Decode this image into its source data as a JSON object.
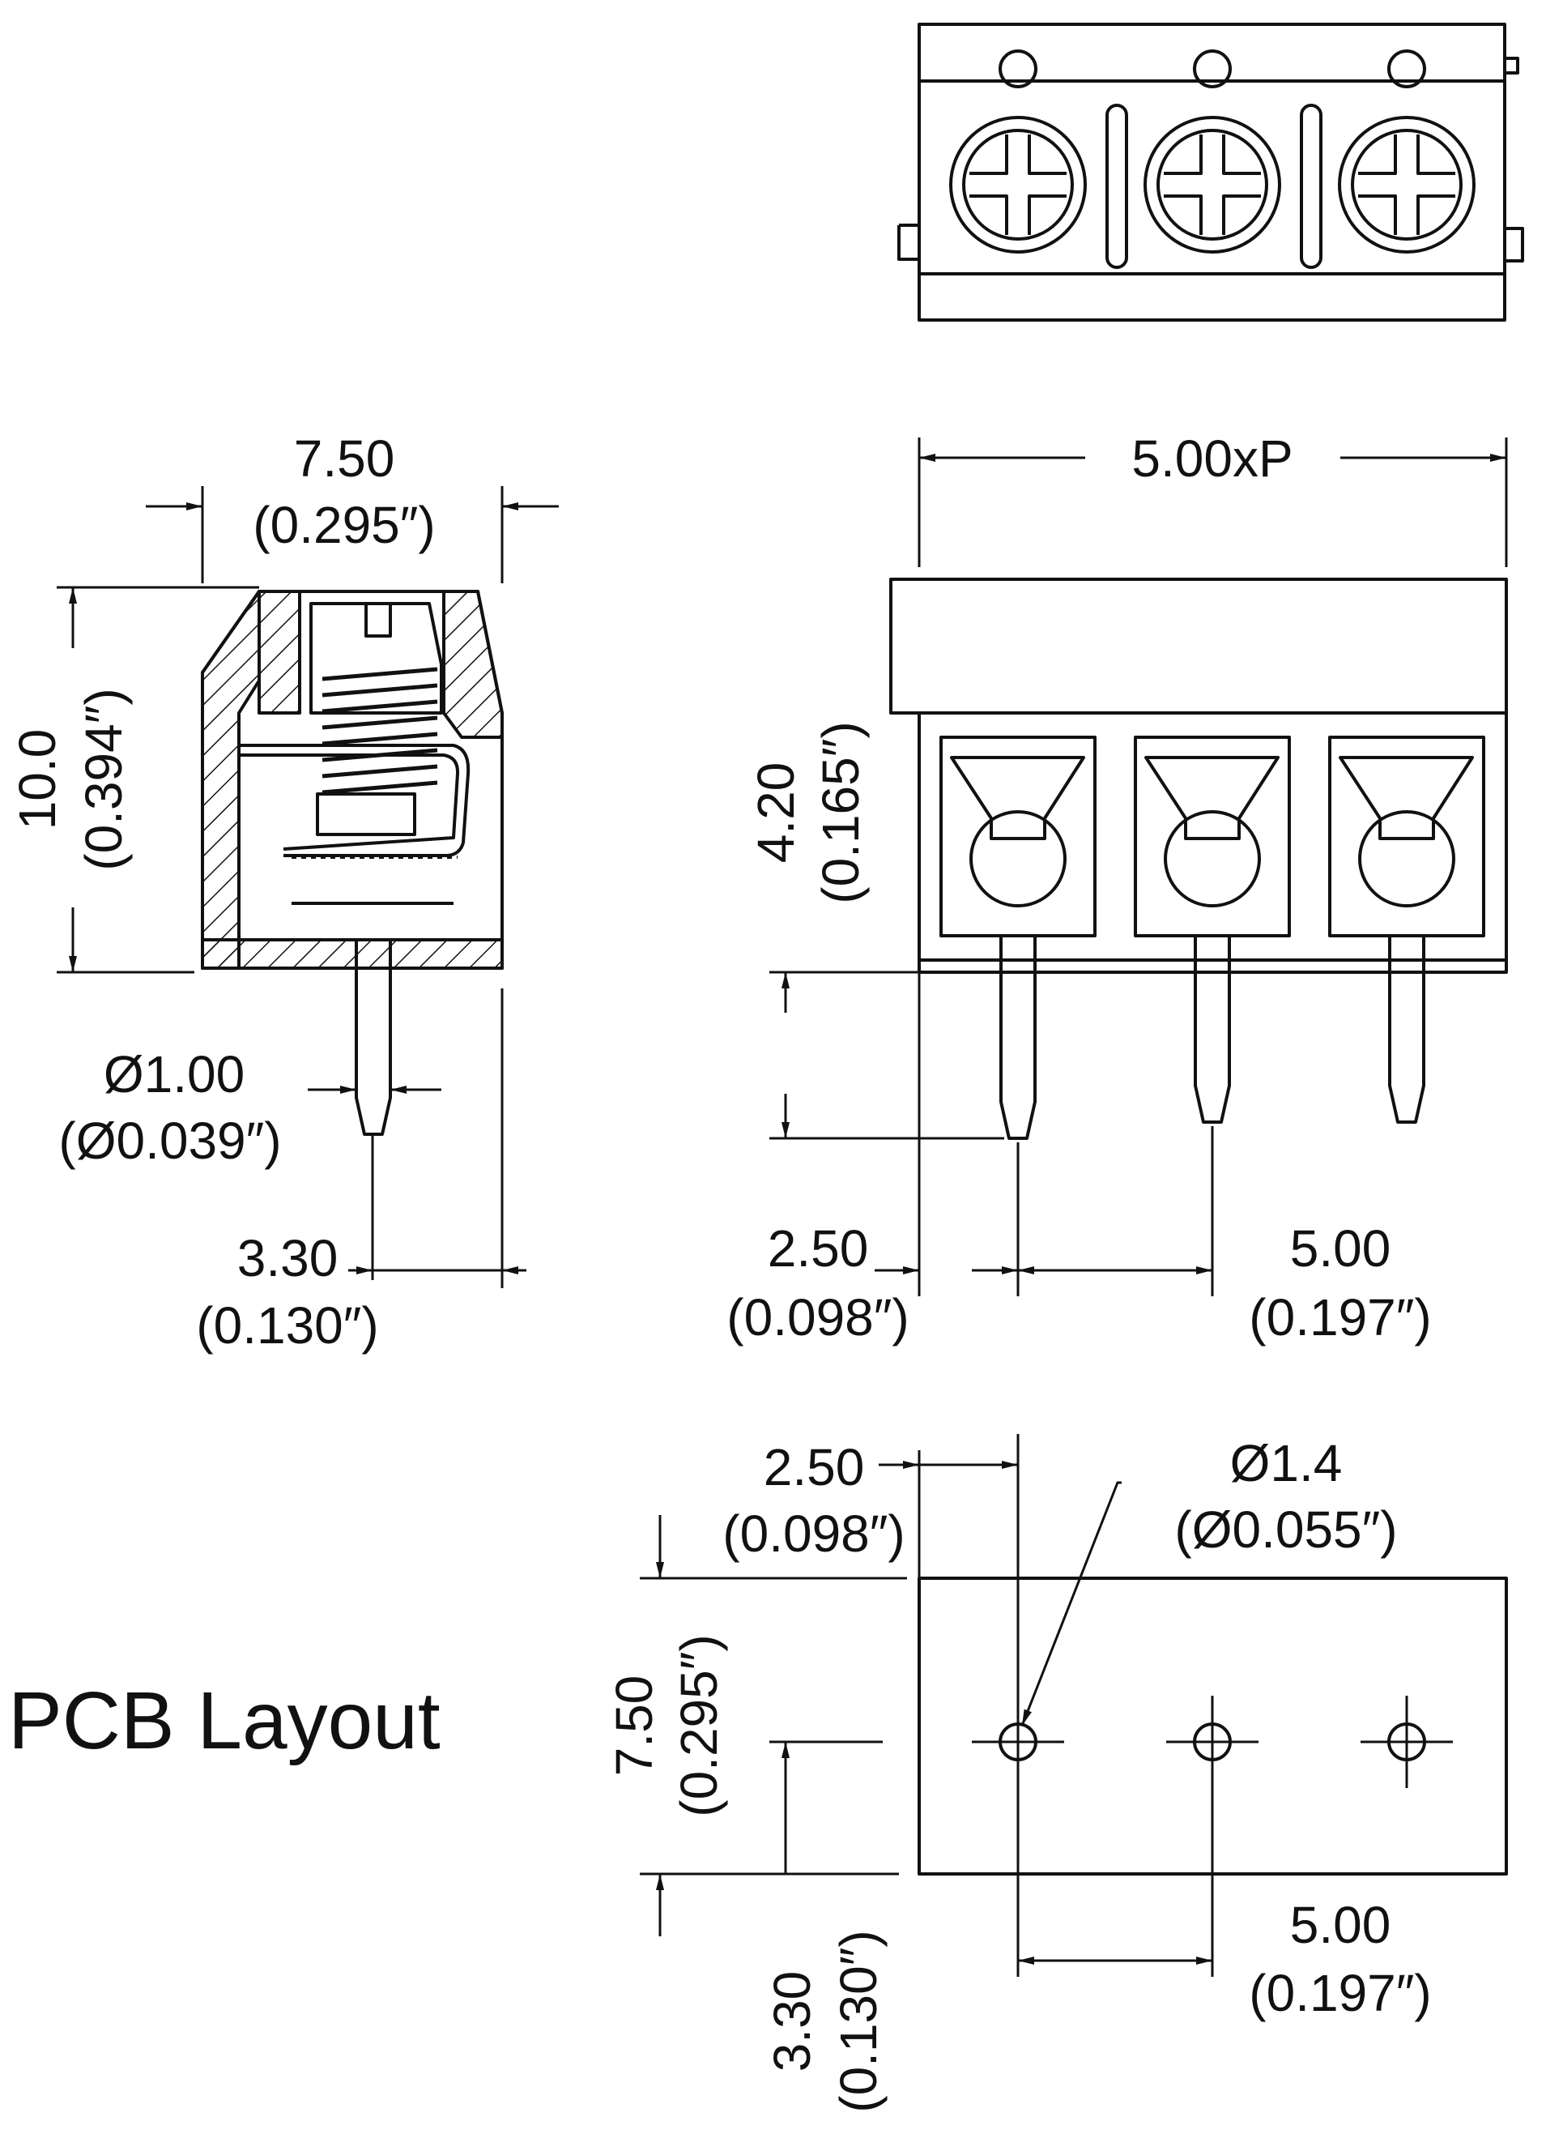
{
  "side_view": {
    "width": {
      "mm": "7.50",
      "inch": "(0.295″)"
    },
    "height": {
      "mm": "10.0",
      "inch": "(0.394″)"
    },
    "pin_diameter": {
      "mm": "Ø1.00",
      "inch": "(Ø0.039″)"
    },
    "pin_offset": {
      "mm": "3.30",
      "inch": "(0.130″)"
    }
  },
  "front_view": {
    "length": "5.00xP",
    "pin_length": {
      "mm": "4.20",
      "inch": "(0.165″)"
    },
    "edge_to_pin": {
      "mm": "2.50",
      "inch": "(0.098″)"
    },
    "pitch": {
      "mm": "5.00",
      "inch": "(0.197″)"
    }
  },
  "pcb_layout": {
    "title": "PCB Layout",
    "edge_to_hole": {
      "mm": "2.50",
      "inch": "(0.098″)"
    },
    "hole_diameter": {
      "mm": "Ø1.4",
      "inch": "(Ø0.055″)"
    },
    "depth": {
      "mm": "7.50",
      "inch": "(0.295″)"
    },
    "row_offset": {
      "mm": "3.30",
      "inch": "(0.130″)"
    },
    "pitch": {
      "mm": "5.00",
      "inch": "(0.197″)"
    }
  },
  "colors": {
    "ink": "#111111",
    "paper": "#ffffff"
  }
}
